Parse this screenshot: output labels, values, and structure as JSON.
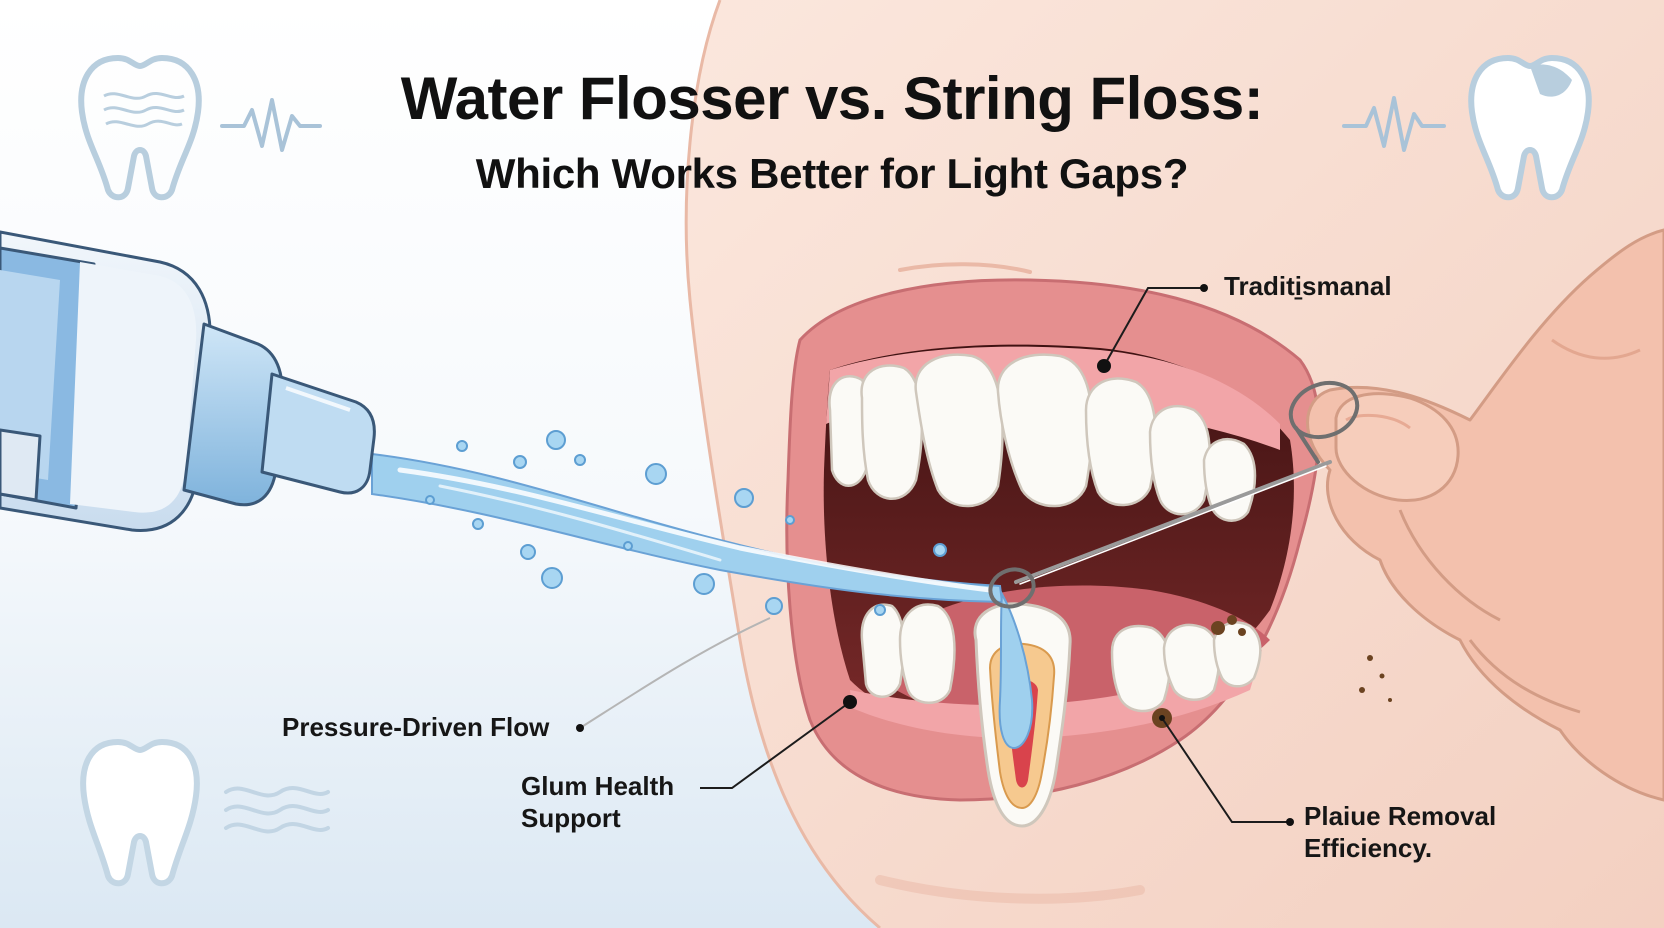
{
  "title": {
    "main": "Water Flosser vs. String Floss:",
    "subtitle": "Which Works Better for Light Gaps?"
  },
  "callouts": {
    "traditional": "Traditi̱smanal",
    "pressure_flow": "Pressure-Driven Flow",
    "gum_health": {
      "line1": "Glum Health",
      "line2": "Support"
    },
    "plaque_removal": {
      "line1": "Plaiue Removal",
      "line2": "Efficiency."
    }
  },
  "colors": {
    "skin": "#f7d9cc",
    "lips": "#e08a8a",
    "gum": "#f2a5a8",
    "mouth_interior": "#5a1c1c",
    "tooth": "#fbfaf6",
    "water": "#9fd0ee",
    "flosser_body": "#dde9f5",
    "flosser_accent": "#6aa2d6",
    "icon_outline": "#b8cede",
    "text": "#111111"
  },
  "icons": [
    "tooth-outline-icon",
    "heartbeat-wave-icon",
    "water-wave-icon",
    "water-flosser-device",
    "floss-pick-icon"
  ]
}
